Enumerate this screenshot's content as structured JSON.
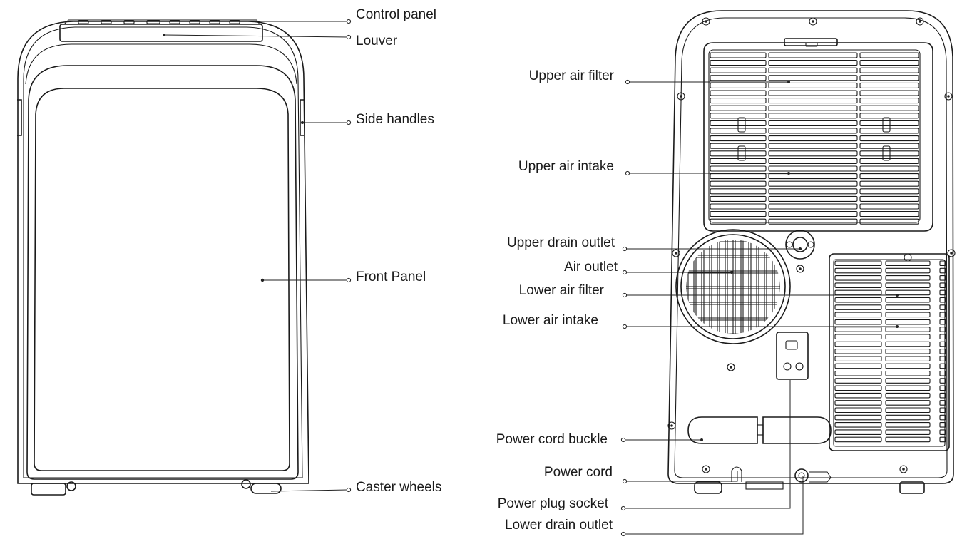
{
  "front_labels": {
    "control_panel": "Control panel",
    "louver": "Louver",
    "side_handles": "Side handles",
    "front_panel": "Front Panel",
    "caster_wheels": "Caster wheels"
  },
  "rear_labels": {
    "upper_air_filter": "Upper air filter",
    "upper_air_intake": "Upper air intake",
    "upper_drain_outlet": "Upper drain outlet",
    "air_outlet": "Air outlet",
    "lower_air_filter": "Lower air filter",
    "lower_air_intake": "Lower air intake",
    "power_cord_buckle": "Power cord buckle",
    "power_cord": "Power cord",
    "power_plug_socket": "Power plug socket",
    "lower_drain_outlet": "Lower drain outlet"
  }
}
